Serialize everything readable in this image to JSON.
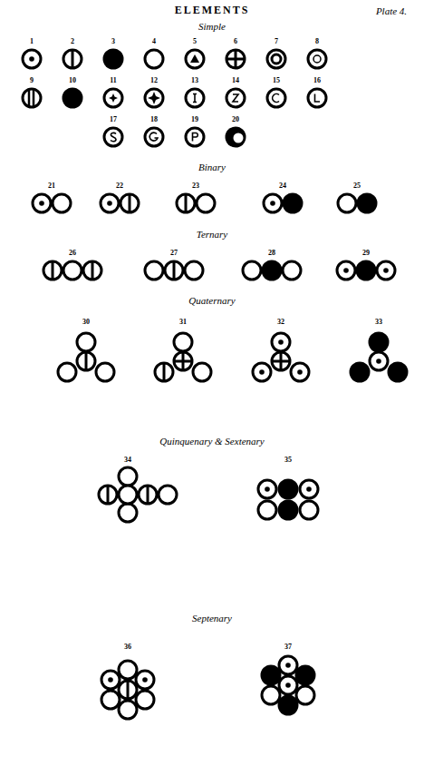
{
  "diagram": {
    "title": "ELEMENTS",
    "labels": [
      "Plate 4.",
      "Simple",
      "1",
      "2",
      "3",
      "4",
      "5",
      "6",
      "7",
      "8",
      "9",
      "10",
      "11",
      "12",
      "13",
      "14",
      "15",
      "16",
      "17",
      "18",
      "19",
      "20",
      "Binary",
      "21",
      "22",
      "23",
      "24",
      "25",
      "Ternary",
      "26",
      "27",
      "28",
      "29",
      "Quaternary",
      "30",
      "31",
      "32",
      "33",
      "Quinquenary & Sextenary",
      "34",
      "35",
      "Septenary",
      "36",
      "37"
    ]
  }
}
